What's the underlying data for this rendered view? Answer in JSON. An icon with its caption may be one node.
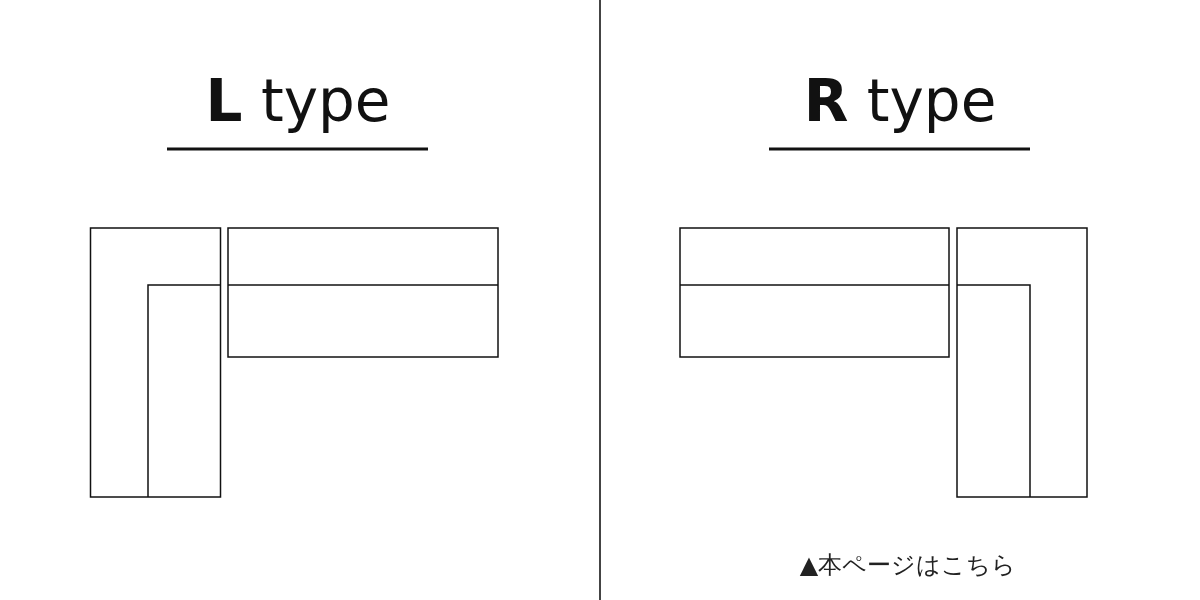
{
  "diagram": {
    "labels": [
      "**L** type",
      "**R** type",
      "▲本ページはこちら"
    ]
  }
}
